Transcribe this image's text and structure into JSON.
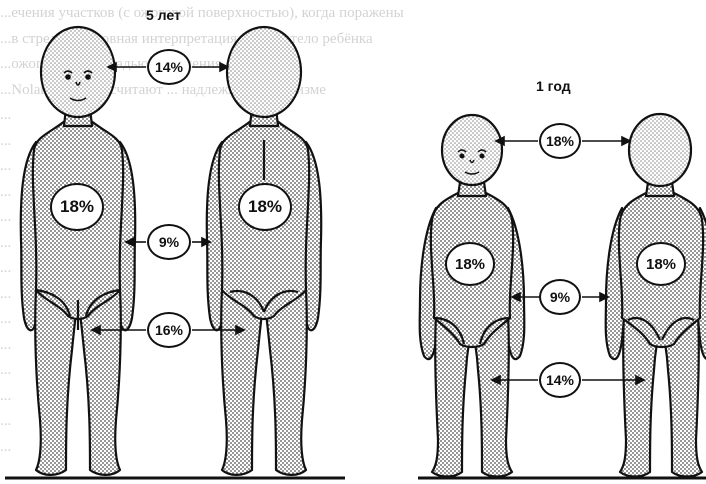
{
  "background_text": [
    "...ечения участков (с ожоговой поверхностью), когда поражены",
    "...в стрелой, условная интерпретация лета на тело ребёнка",
    "...ожогами и площадью поражения ...",
    "...Nolana Kivatte, считают ... надлежит, в организме",
    "...",
    "...",
    "...",
    "...",
    "...",
    "...",
    "...",
    "...",
    "...",
    "...",
    "...",
    "...",
    "...",
    "..."
  ],
  "groups": {
    "five_years": {
      "label": "5 лет",
      "head": "14%",
      "trunk_front": "18%",
      "trunk_back": "18%",
      "arm": "9%",
      "leg": "16%"
    },
    "one_year": {
      "label": "1 год",
      "head": "18%",
      "trunk_front": "18%",
      "trunk_back": "18%",
      "arm": "9%",
      "leg": "14%"
    }
  },
  "colors": {
    "ink": "#111111",
    "stipple": "#7c7c7c"
  }
}
